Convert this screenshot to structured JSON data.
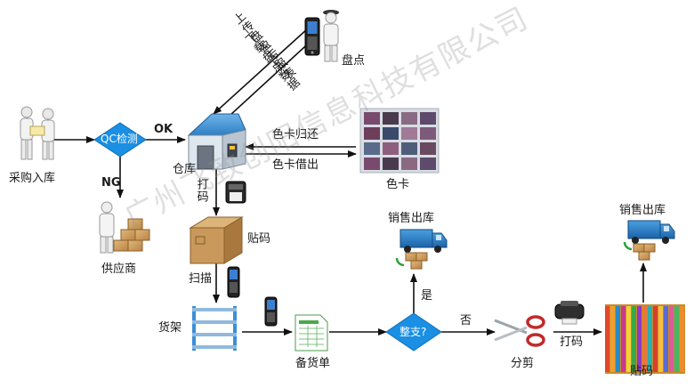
{
  "labels": {
    "procure_in": "采购入库",
    "qc": "QC检测",
    "ok": "OK",
    "ng": "NG",
    "supplier": "供应商",
    "warehouse": "仓库",
    "print_code_v": "打码",
    "paste_code": "贴码",
    "scan": "扫描",
    "shelf": "货架",
    "pick_list": "备货单",
    "whole": "整支?",
    "yes": "是",
    "no": "否",
    "cut": "分剪",
    "print_code": "打码",
    "paste_code_2": "贴码",
    "sales_out_1": "销售出库",
    "sales_out_2": "销售出库",
    "inventory": "盘点",
    "download_data": "下载盘点数据",
    "upload_result": "上传盘盈亏报表",
    "card_return": "色卡归还",
    "card_borrow": "色卡借出",
    "color_card": "色卡"
  },
  "watermark": "广州飞致创阳信息科技有限公司",
  "colors": {
    "diamond": "#1a8fe3",
    "diamond_text": "#ffffff",
    "arrow": "#111111",
    "watermark": "#9a9a9a"
  },
  "icons": [
    "people-icon",
    "worker-icon",
    "handheld-scanner-icon",
    "warehouse-icon",
    "cardboard-box-icon",
    "label-printer-icon",
    "storage-shelf-icon",
    "document-icon",
    "delivery-truck-icon",
    "scissors-icon",
    "fabric-rolls-icon",
    "color-swatch-icon"
  ]
}
